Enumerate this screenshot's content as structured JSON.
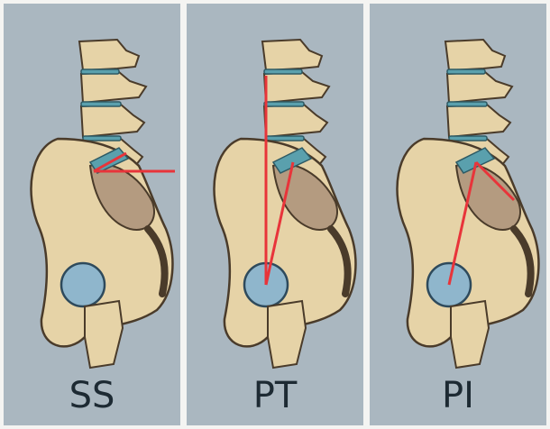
{
  "panels": [
    {
      "label": "SS"
    },
    {
      "label": "PT"
    },
    {
      "label": "PI"
    }
  ],
  "colors": {
    "background": "#aab7c0",
    "bone": "#e6d3a7",
    "bone_outline": "#4a3b2a",
    "disc": "#5aa0ad",
    "femoral_head": "#8fb6cc",
    "sacrum_shade": "#b49b80",
    "measure_line": "#e8343a"
  }
}
